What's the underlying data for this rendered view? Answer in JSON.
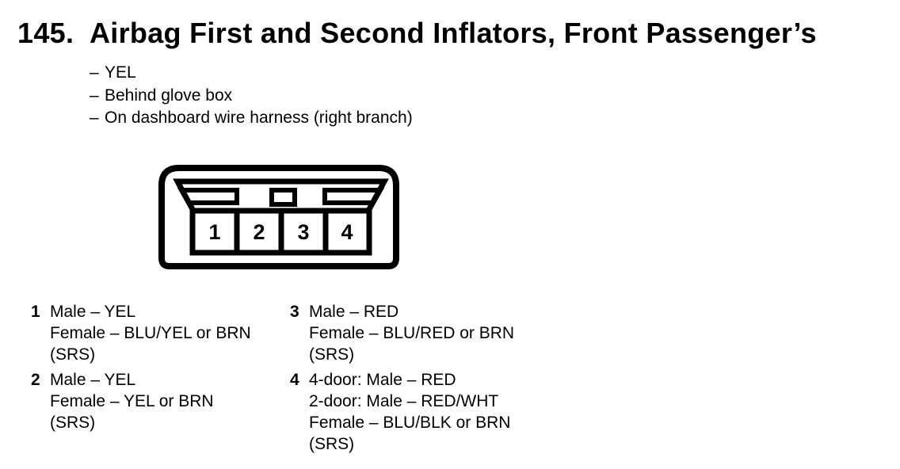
{
  "page": {
    "background": "#ffffff",
    "ink": "#000000"
  },
  "header": {
    "number": "145.",
    "title": "Airbag First and Second Inflators, Front Passenger’s"
  },
  "location_notes": {
    "dash": "–",
    "items": [
      "YEL",
      "Behind glove box",
      "On dashboard wire harness (right branch)"
    ]
  },
  "connector": {
    "pins": [
      "1",
      "2",
      "3",
      "4"
    ]
  },
  "pin_list": {
    "items": [
      {
        "num": "1",
        "lines": [
          "Male – YEL",
          "Female – BLU/YEL or BRN",
          "(SRS)"
        ]
      },
      {
        "num": "2",
        "lines": [
          "Male – YEL",
          "Female – YEL or BRN",
          "(SRS)"
        ]
      },
      {
        "num": "3",
        "lines": [
          "Male – RED",
          "Female – BLU/RED or BRN",
          "(SRS)"
        ]
      },
      {
        "num": "4",
        "lines": [
          "4-door: Male – RED",
          "2-door: Male – RED/WHT",
          "Female – BLU/BLK or BRN",
          "(SRS)"
        ]
      }
    ]
  }
}
